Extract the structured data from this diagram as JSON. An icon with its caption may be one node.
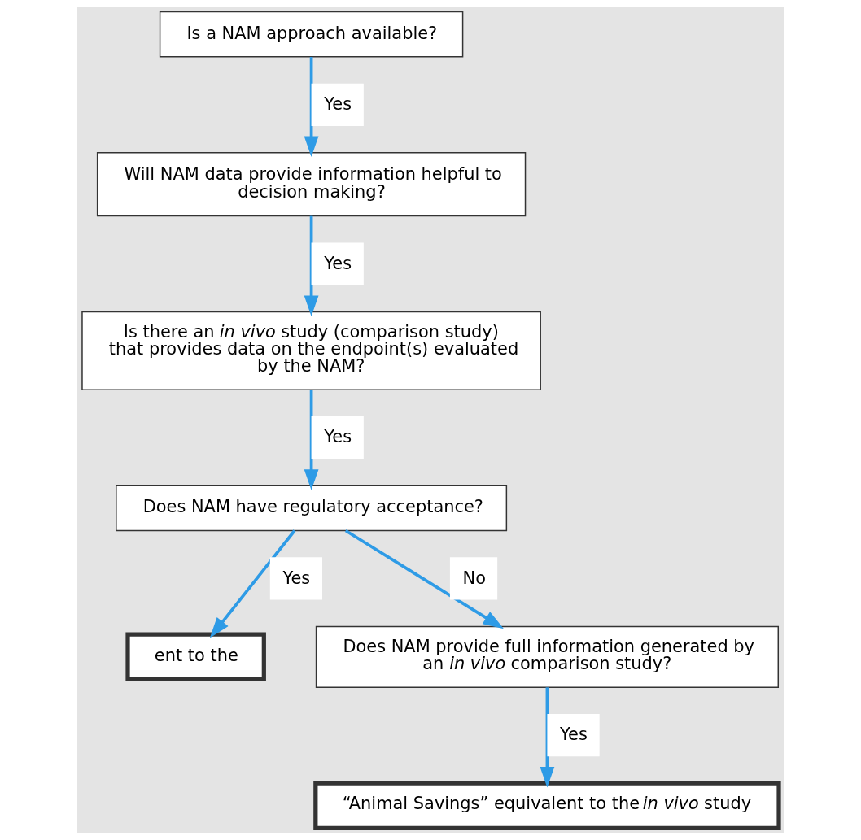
{
  "diagram": {
    "nodes": [
      {
        "text": [
          "Is a NAM approach available?"
        ]
      },
      {
        "text": [
          "Will NAM data provide information helpful to decision making?"
        ]
      },
      {
        "text": [
          "Is there an *in vivo* study (comparison study) that provides data on the endpoint(s) evaluated by the NAM?"
        ]
      },
      {
        "text": [
          "Does NAM have regulatory acceptance?"
        ]
      },
      {
        "text": [
          "ent to the"
        ]
      },
      {
        "text": [
          "Does NAM provide full information generated by an *in vivo* comparison study?"
        ]
      },
      {
        "text": [
          "“Animal Savings” equivalent to the *in vivo* study"
        ]
      }
    ],
    "edges": [
      {
        "from": 0,
        "to": 1,
        "arrow": "to",
        "label": "Yes"
      },
      {
        "from": 1,
        "to": 2,
        "arrow": "to",
        "label": "Yes"
      },
      {
        "from": 2,
        "to": 3,
        "arrow": "to",
        "label": "Yes"
      },
      {
        "from": 3,
        "to": 4,
        "arrow": "to",
        "label": "Yes"
      },
      {
        "from": 3,
        "to": 5,
        "arrow": "to",
        "label": "No"
      },
      {
        "from": 5,
        "to": 6,
        "arrow": "to",
        "label": "Yes"
      }
    ]
  }
}
